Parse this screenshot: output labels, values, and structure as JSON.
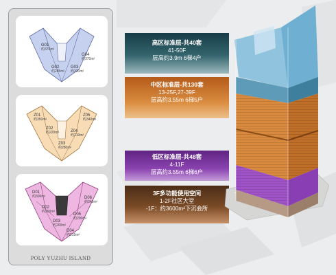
{
  "plans": {
    "caption": "POLY YUZHU ISLAND",
    "high": {
      "units": [
        {
          "code": "G01",
          "area": "约370m²"
        },
        {
          "code": "G02",
          "area": "约285m²"
        },
        {
          "code": "G03",
          "area": "约330m²"
        },
        {
          "code": "G04",
          "area": "约370m²"
        }
      ]
    },
    "mid": {
      "units": [
        {
          "code": "Z01",
          "area": "约350m²"
        },
        {
          "code": "Z02",
          "area": "约220m²"
        },
        {
          "code": "Z03",
          "area": "约280m²"
        },
        {
          "code": "Z04",
          "area": "约210m²"
        },
        {
          "code": "Z05",
          "area": "约340m²"
        }
      ]
    },
    "low": {
      "units": [
        {
          "code": "D01",
          "area": "约306m²"
        },
        {
          "code": "D02",
          "area": "约200m²"
        },
        {
          "code": "D03",
          "area": "约200m²"
        },
        {
          "code": "D04",
          "area": "约215m²"
        },
        {
          "code": "D05",
          "area": "约200m²"
        },
        {
          "code": "D06",
          "area": "约340m²"
        }
      ]
    }
  },
  "zones": {
    "high": {
      "title": "高区标准层-共40套",
      "line1": "41-50F",
      "line2": "层高约3.9m 6梯4户"
    },
    "mid": {
      "title": "中区标准层-共130套",
      "line1": "13-25F,27-39F",
      "line2": "层高约3.55m 6梯5户"
    },
    "low": {
      "title": "低区标准层-共48套",
      "line1": "4-11F",
      "line2": "层高约3.55m 6梯6户"
    },
    "podium": {
      "title": "3F多功能使用空间",
      "line1": "1-2F社区大堂",
      "line2": "-1F：约3600m²下沉会所"
    }
  },
  "colors": {
    "high": "#2f5f69",
    "mid": "#d9843a",
    "low": "#8a43b0",
    "podium": "#7a4a26",
    "plan_high": "#b9c7ea",
    "plan_mid": "#f6d3a6",
    "plan_low": "#e8a9dc"
  }
}
